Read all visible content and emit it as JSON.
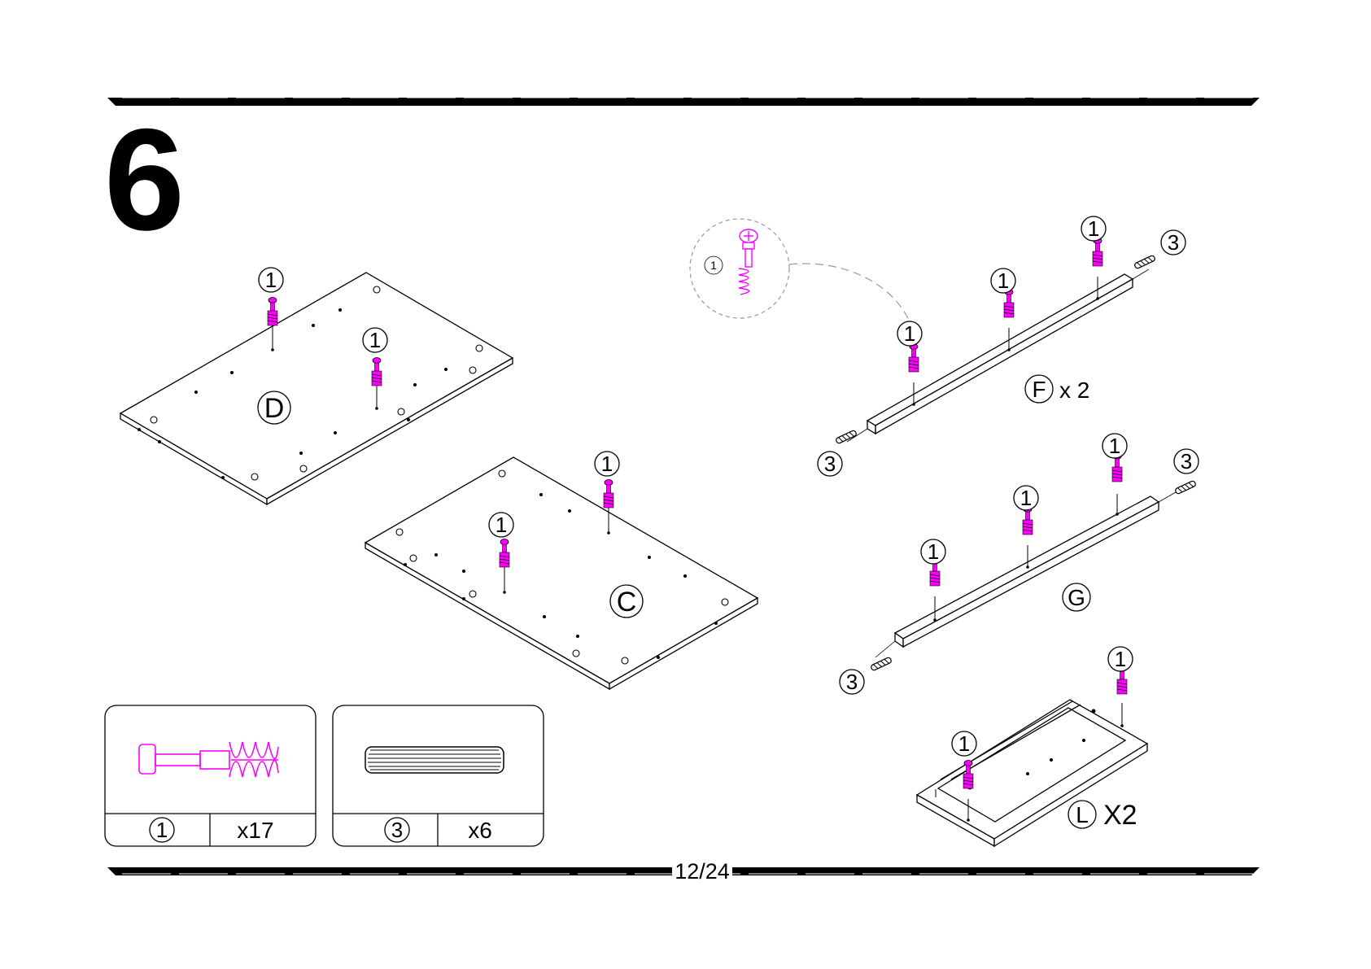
{
  "step": {
    "number": "6"
  },
  "page": {
    "number": "12/24"
  },
  "detail": {
    "callout": "1"
  },
  "panels": {
    "d": {
      "letter": "D",
      "callouts": [
        "1",
        "1"
      ]
    },
    "c": {
      "letter": "C",
      "callouts": [
        "1",
        "1"
      ]
    }
  },
  "rails": {
    "f": {
      "letter": "F",
      "qty": "x 2",
      "cam_callouts": [
        "1",
        "1",
        "1"
      ],
      "dowel_callouts": [
        "3",
        "3"
      ]
    },
    "g": {
      "letter": "G",
      "cam_callouts": [
        "1",
        "1",
        "1"
      ],
      "dowel_callouts": [
        "3",
        "3"
      ]
    }
  },
  "frame_l": {
    "letter": "L",
    "qty": "X2",
    "callouts": [
      "1",
      "1"
    ]
  },
  "hardware": [
    {
      "part": "1",
      "qty": "x17",
      "icon": "cam-bolt-icon"
    },
    {
      "part": "3",
      "qty": "x6",
      "icon": "wood-dowel-icon"
    }
  ],
  "colors": {
    "ink": "#000000",
    "hardware": "#ff00ff",
    "paper": "#ffffff"
  }
}
